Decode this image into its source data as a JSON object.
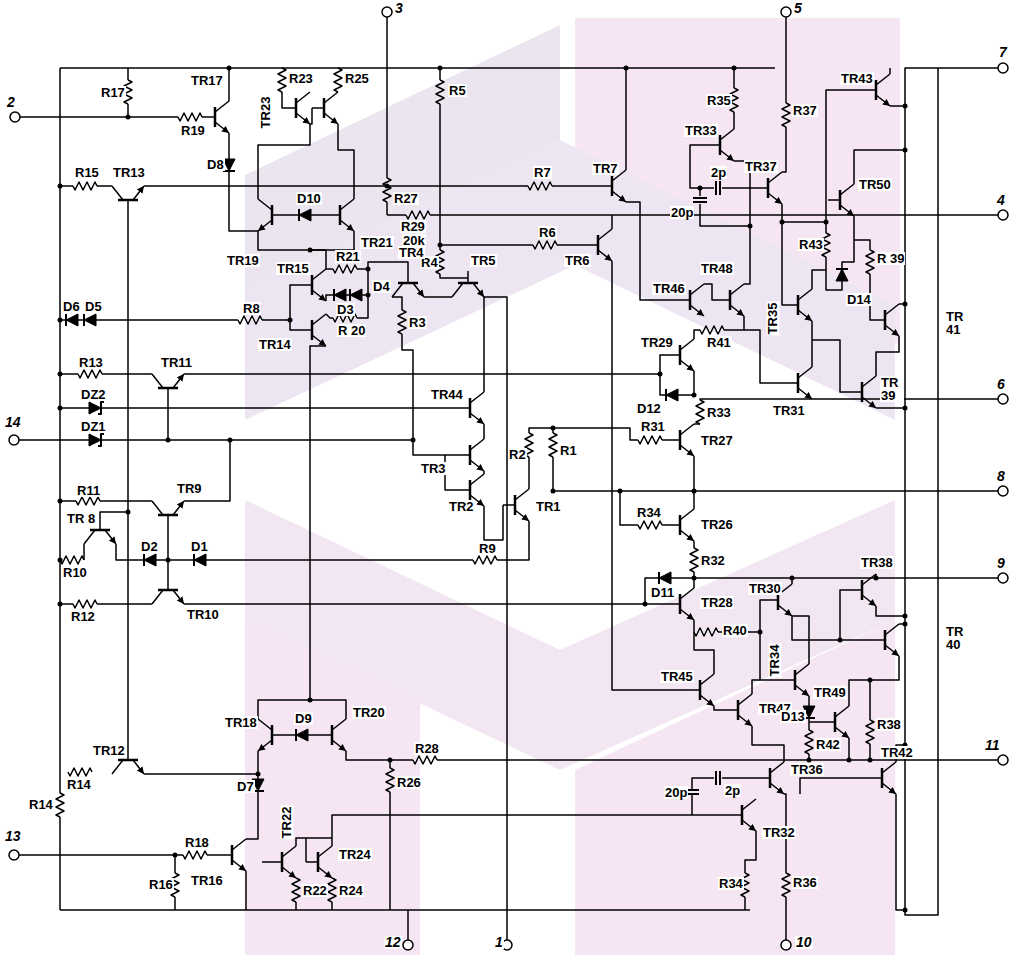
{
  "diagram": {
    "labels": [
      "2",
      "3",
      "5",
      "7",
      "4",
      "6",
      "8",
      "9",
      "11",
      "13",
      "14",
      "12",
      "1",
      "10",
      "R17",
      "R19",
      "TR17",
      "TR23",
      "R23",
      "R25",
      "D8",
      "R5",
      "R35",
      "R37",
      "TR33",
      "TR37",
      "TR43",
      "R15",
      "TR13",
      "R27",
      "R7",
      "TR7",
      "2p",
      "20p",
      "D10",
      "TR19",
      "TR21",
      "R29",
      "20k",
      "TR50",
      "R43",
      "R 39",
      "D14",
      "R6",
      "TR6",
      "R4",
      "TR5",
      "R21",
      "TR15",
      "D4",
      "R8",
      "TR4",
      "D6",
      "D5",
      "TR14",
      "D3",
      "R 20",
      "R3",
      "TR46",
      "TR48",
      "TR35",
      "TR 41",
      "R41",
      "TR29",
      "TR31",
      "TR 39",
      "R13",
      "TR11",
      "DZ2",
      "D12",
      "R33",
      "TR44",
      "DZ1",
      "R2",
      "R1",
      "R31",
      "TR27",
      "TR3",
      "TR2",
      "TR1",
      "R11",
      "TR9",
      "TR 8",
      "R34",
      "TR26",
      "R9",
      "R32",
      "D11",
      "TR30",
      "TR38",
      "D2",
      "D1",
      "R10",
      "TR10",
      "R12",
      "TR28",
      "R40",
      "TR 40",
      "TR45",
      "TR47",
      "TR34",
      "D13",
      "TR49",
      "R42",
      "R38",
      "TR18",
      "D9",
      "TR20",
      "R28",
      "R26",
      "TR12",
      "R14",
      "R14",
      "D7",
      "R18",
      "TR22",
      "TR24",
      "TR16",
      "R16",
      "R22",
      "R24",
      "20p",
      "2p",
      "TR36",
      "TR42",
      "TR32",
      "R34",
      "R36"
    ]
  }
}
